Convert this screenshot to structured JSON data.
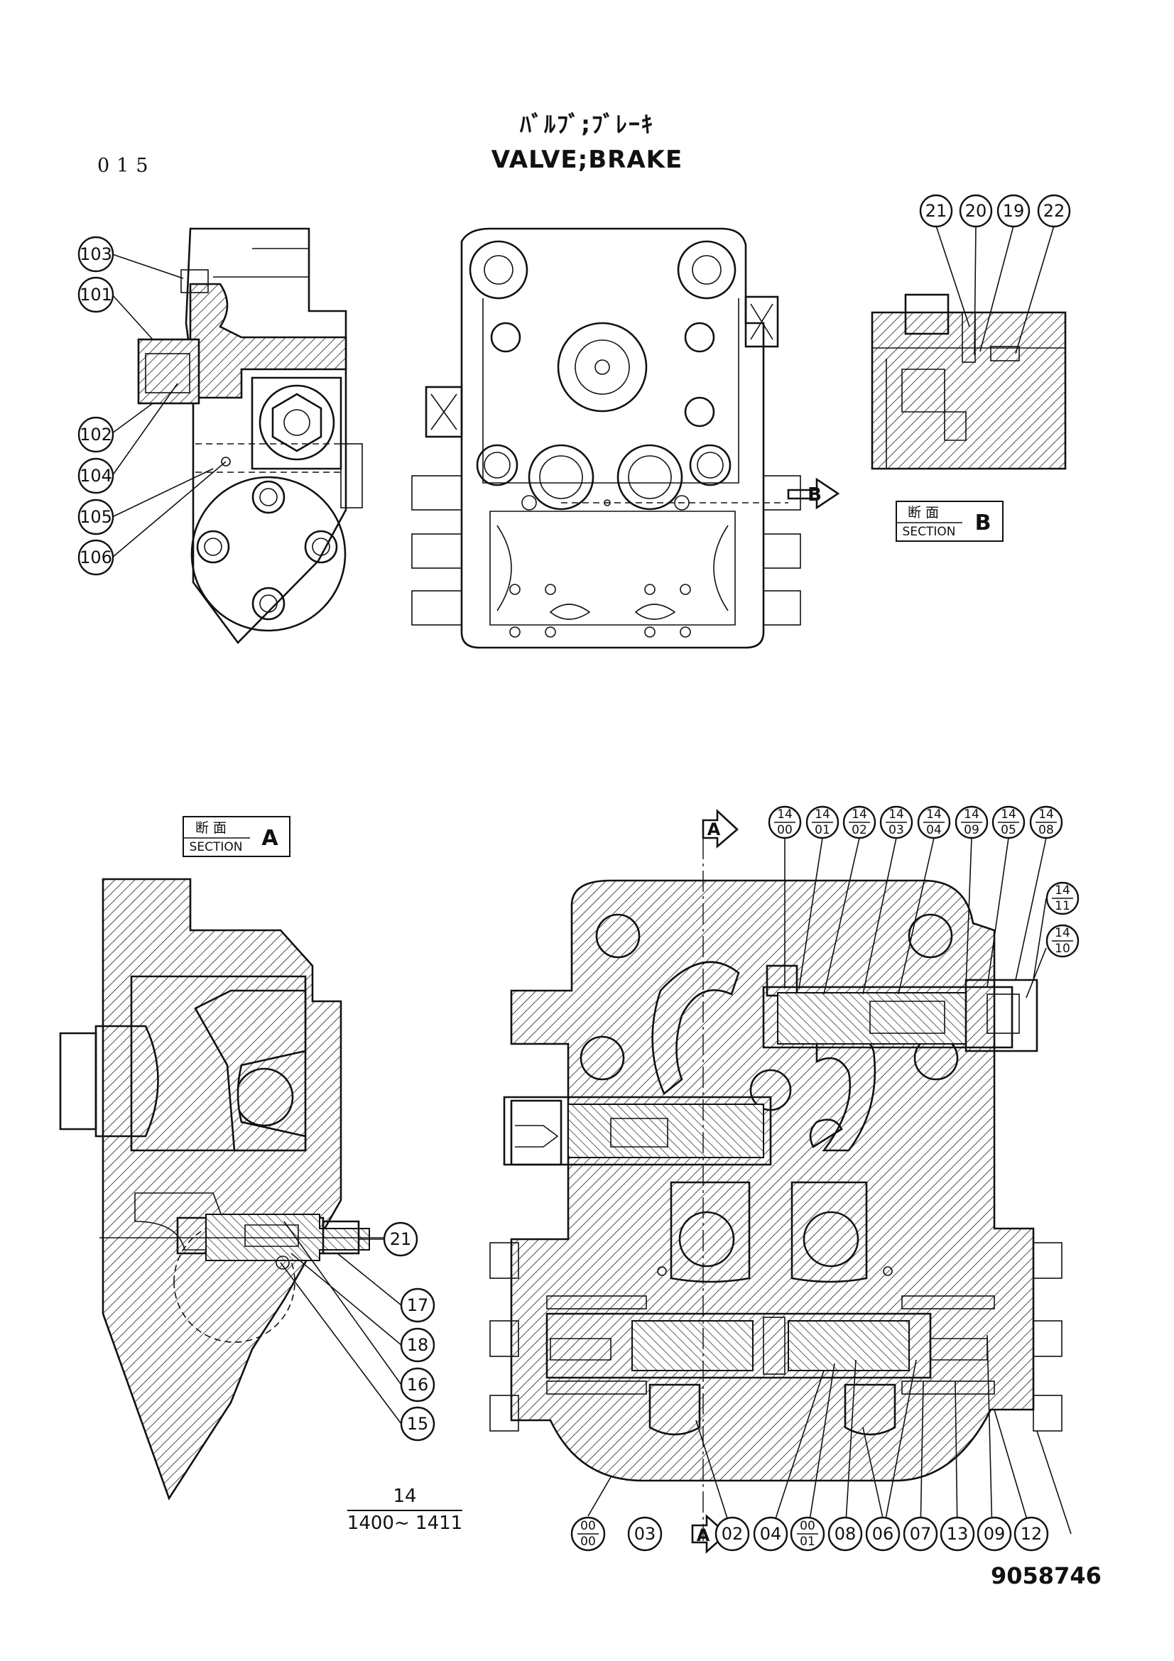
{
  "header": {
    "page_code": "015",
    "title_jp": "ﾊﾞﾙﾌﾞ;ﾌﾞﾚｰｷ",
    "title_en": "VALVE;BRAKE"
  },
  "sections": {
    "a": {
      "jp": "断 面",
      "en": "SECTION",
      "letter": "A"
    },
    "b": {
      "jp": "断 面",
      "en": "SECTION",
      "letter": "B"
    }
  },
  "section_arrows": {
    "a": "A",
    "b": "B"
  },
  "callouts": {
    "c103": "103",
    "c101": "101",
    "c102": "102",
    "c104": "104",
    "c105": "105",
    "c106": "106",
    "c21b": "21",
    "c20": "20",
    "c19": "19",
    "c22": "22",
    "c21a": "21",
    "c17": "17",
    "c18": "18",
    "c16": "16",
    "c15": "15",
    "c03": "03",
    "c02": "02",
    "c04": "04",
    "c08": "08",
    "c06": "06",
    "c07": "07",
    "c13": "13",
    "c09": "09",
    "c12": "12"
  },
  "fraction_callouts": {
    "f1400": {
      "top": "14",
      "bottom": "00"
    },
    "f1401": {
      "top": "14",
      "bottom": "01"
    },
    "f1402": {
      "top": "14",
      "bottom": "02"
    },
    "f1403": {
      "top": "14",
      "bottom": "03"
    },
    "f1404": {
      "top": "14",
      "bottom": "04"
    },
    "f1409": {
      "top": "14",
      "bottom": "09"
    },
    "f1405": {
      "top": "14",
      "bottom": "05"
    },
    "f1408": {
      "top": "14",
      "bottom": "08"
    },
    "f1411": {
      "top": "14",
      "bottom": "11"
    },
    "f1410": {
      "top": "14",
      "bottom": "10"
    },
    "f0000": {
      "top": "00",
      "bottom": "00"
    },
    "f0001": {
      "top": "00",
      "bottom": "01"
    }
  },
  "group": {
    "number": "14",
    "range": "1400~ 1411"
  },
  "doc_number": "9058746"
}
